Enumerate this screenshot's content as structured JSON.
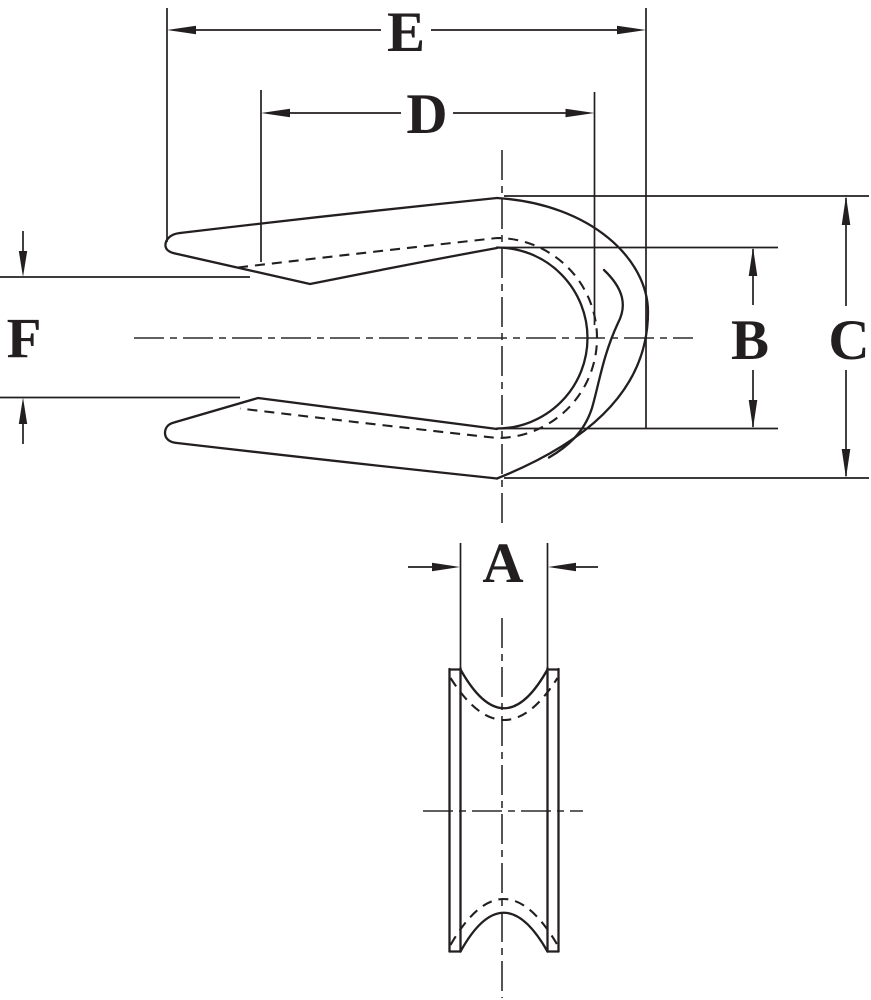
{
  "figure": {
    "type": "engineering-dimension-diagram",
    "subject": "rope thimble outline drawing with dimension callouts",
    "background_color": "#ffffff",
    "line_color": "#231f20",
    "views": {
      "side_view": "U-shaped thimble profile, opening to the left, with hidden groove line shown dashed",
      "section_view": "channel cross-section below, concave groove top and bottom"
    }
  },
  "labels": {
    "a": "A",
    "b": "B",
    "c": "C",
    "d": "D",
    "e": "E",
    "f": "F"
  }
}
